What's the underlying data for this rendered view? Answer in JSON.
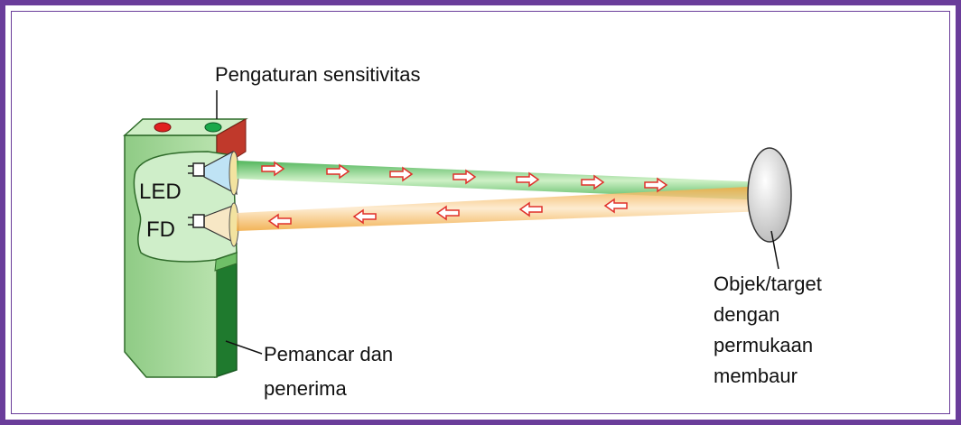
{
  "labels": {
    "sensitivity": "Pengaturan sensitivitas",
    "led": "LED",
    "fd": "FD",
    "transceiver_line1": "Pemancar dan",
    "transceiver_line2": "penerima",
    "target_line1": "Objek/target",
    "target_line2": "dengan",
    "target_line3": "permukaan",
    "target_line4": "membaur"
  },
  "colors": {
    "frame": "#6a3d9a",
    "housing": "#a6d69a",
    "housing_dark": "#2e7d32",
    "emit_beam": "#7ccf7a",
    "return_beam": "#f5b65a",
    "arrow": "#e0302a",
    "indicator_left": "#e02020",
    "indicator_right": "#1aa84a",
    "target": "#d9d9d9"
  },
  "icons": {
    "emit_arrow": "right-arrow-icon",
    "return_arrow": "left-arrow-icon"
  }
}
